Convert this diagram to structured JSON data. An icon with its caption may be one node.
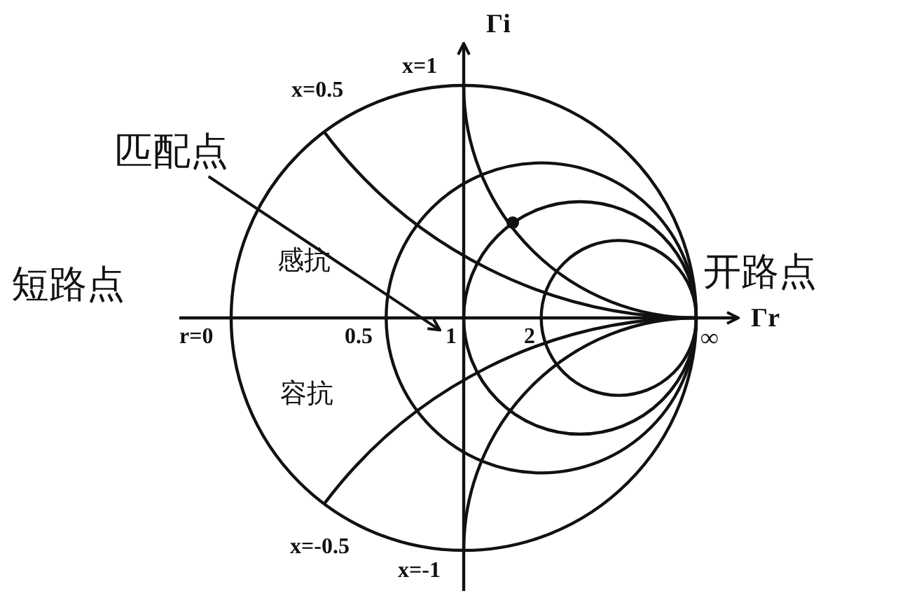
{
  "diagram": {
    "nodes": [
      {
        "text": [
          "匹配点"
        ]
      },
      {
        "text": [
          "1"
        ]
      }
    ],
    "edges": [
      {
        "from": 0,
        "to": 1,
        "arrow": "to"
      }
    ],
    "labels": [
      "Γi",
      "x=1",
      "x=0.5",
      "感抗",
      "短路点",
      "开路点",
      "Γr",
      "r=0",
      "0.5",
      "2",
      "∞",
      "容抗",
      "x=-0.5",
      "x=-1"
    ]
  }
}
